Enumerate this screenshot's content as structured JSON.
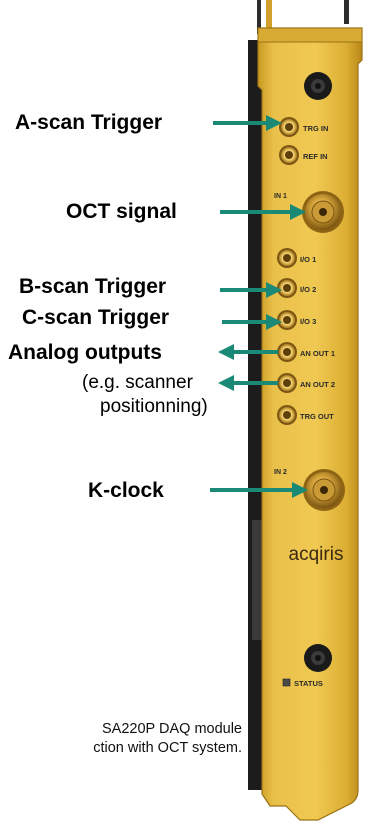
{
  "labels": {
    "a_scan": "A-scan Trigger",
    "oct_signal": "OCT signal",
    "b_scan": "B-scan Trigger",
    "c_scan": "C-scan Trigger",
    "analog_outputs": "Analog outputs",
    "analog_note_line1": "(e.g. scanner",
    "analog_note_line2": "positionning)",
    "k_clock": "K-clock"
  },
  "board": {
    "connectors": {
      "trg_in": "TRG IN",
      "ref_in": "REF IN",
      "in1": "IN 1",
      "io1": "I/O 1",
      "io2": "I/O 2",
      "io3": "I/O 3",
      "an_out1": "AN OUT 1",
      "an_out2": "AN OUT 2",
      "trg_out": "TRG OUT",
      "in2": "IN 2"
    },
    "brand": "acqiris",
    "status": "STATUS"
  },
  "caption": {
    "line1": "SA220P DAQ module",
    "line2": "ction with OCT system."
  },
  "colors": {
    "arrow": "#1a8a76",
    "gold": "#e7bb38",
    "gold_dark": "#c9951c"
  }
}
